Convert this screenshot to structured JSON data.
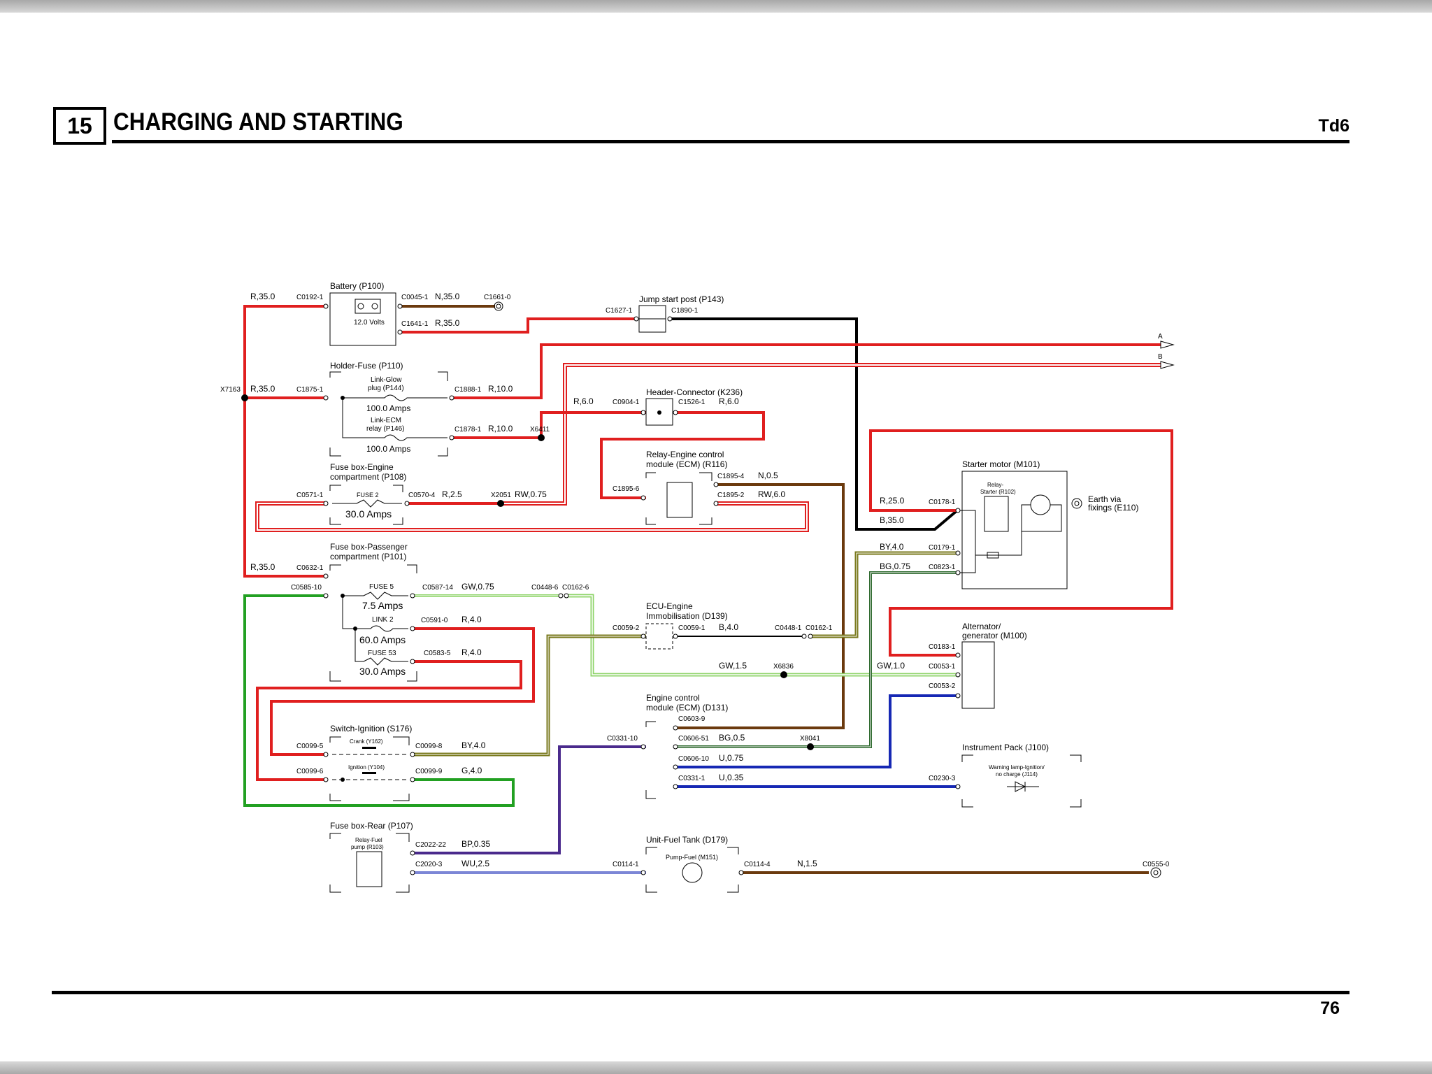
{
  "header": {
    "section_number": "15",
    "section_title": "CHARGING AND STARTING",
    "model": "Td6"
  },
  "footer": {
    "page_number": "76"
  },
  "colors": {
    "red": "#e01f1f",
    "black": "#000000",
    "brown": "#6b3a0e",
    "green": "#22a022",
    "light_green": "#8fd46a",
    "blue": "#1628b4",
    "purple": "#4a2a8c",
    "light_blue": "#7c86d6",
    "olive": "#7a7a1e"
  },
  "components": {
    "battery": "Battery (P100)",
    "battery_voltage": "12.0 Volts",
    "holder_fuse": "Holder-Fuse (P110)",
    "link_glow_1": "Link-Glow",
    "link_glow_2": "plug (P144)",
    "link_glow_rating": "100.0 Amps",
    "link_ecm_1": "Link-ECM",
    "link_ecm_2": "relay (P146)",
    "link_ecm_rating": "100.0 Amps",
    "fusebox_engine_1": "Fuse box-Engine",
    "fusebox_engine_2": "compartment (P108)",
    "fuse2": "FUSE 2",
    "fuse2_rating": "30.0 Amps",
    "fusebox_pass_1": "Fuse box-Passenger",
    "fusebox_pass_2": "compartment (P101)",
    "fuse5": "FUSE 5",
    "fuse5_rating": "7.5 Amps",
    "link2": "LINK 2",
    "link2_rating": "60.0 Amps",
    "fuse53": "FUSE 53",
    "fuse53_rating": "30.0 Amps",
    "switch_ignition": "Switch-Ignition (S176)",
    "crank": "Crank (Y162)",
    "ignition": "Ignition (Y104)",
    "fusebox_rear": "Fuse box-Rear (P107)",
    "relay_fuel_1": "Relay-Fuel",
    "relay_fuel_2": "pump (R103)",
    "jump_start": "Jump start post (P143)",
    "header_connector": "Header-Connector (K236)",
    "relay_ecm_1": "Relay-Engine control",
    "relay_ecm_2": "module (ECM) (R116)",
    "ecu_immob_1": "ECU-Engine",
    "ecu_immob_2": "Immobilisation (D139)",
    "ecm_1": "Engine control",
    "ecm_2": "module (ECM) (D131)",
    "unit_fuel_tank": "Unit-Fuel Tank (D179)",
    "pump_fuel": "Pump-Fuel (M151)",
    "starter_motor": "Starter motor (M101)",
    "relay_starter_1": "Relay-",
    "relay_starter_2": "Starter (R102)",
    "earth_1": "Earth via",
    "earth_2": "fixings (E110)",
    "alternator_1": "Alternator/",
    "alternator_2": "generator (M100)",
    "instrument_pack": "Instrument Pack (J100)",
    "warning_lamp_1": "Warning lamp-Ignition/",
    "warning_lamp_2": "no charge (J114)",
    "arrow_a": "A",
    "arrow_b": "B"
  },
  "connectors": {
    "c0192_1": "C0192-1",
    "c0045_1": "C0045-1",
    "c1661_0": "C1661-0",
    "c1641_1": "C1641-1",
    "c1627_1": "C1627-1",
    "c1890_1": "C1890-1",
    "c1875_1": "C1875-1",
    "c1888_1": "C1888-1",
    "c1878_1": "C1878-1",
    "x7163": "X7163",
    "x6411": "X6411",
    "c0904_1": "C0904-1",
    "c1526_1": "C1526-1",
    "c1895_6": "C1895-6",
    "c1895_4": "C1895-4",
    "c1895_2": "C1895-2",
    "c0571_1": "C0571-1",
    "c0570_4": "C0570-4",
    "x2051": "X2051",
    "c0632_1": "C0632-1",
    "c0585_10": "C0585-10",
    "c0587_14": "C0587-14",
    "c0448_6": "C0448-6",
    "c0162_6": "C0162-6",
    "c0591_0": "C0591-0",
    "c0583_5": "C0583-5",
    "c0059_2": "C0059-2",
    "c0059_1": "C0059-1",
    "c0448_1": "C0448-1",
    "c0162_1": "C0162-1",
    "x6836": "X6836",
    "c0603_9": "C0603-9",
    "c0331_10": "C0331-10",
    "c0606_51": "C0606-51",
    "c0606_10": "C0606-10",
    "c0331_1": "C0331-1",
    "x8041": "X8041",
    "c0099_5": "C0099-5",
    "c0099_8": "C0099-8",
    "c0099_6": "C0099-6",
    "c0099_9": "C0099-9",
    "c2022_22": "C2022-22",
    "c2020_3": "C2020-3",
    "c0114_1": "C0114-1",
    "c0114_4": "C0114-4",
    "c0555_0": "C0555-0",
    "c0178_1": "C0178-1",
    "c0179_1": "C0179-1",
    "c0823_1": "C0823-1",
    "c0183_1": "C0183-1",
    "c0053_1": "C0053-1",
    "c0053_2": "C0053-2",
    "c0230_3": "C0230-3"
  },
  "wires": {
    "r35_a": "R,35.0",
    "n35": "N,35.0",
    "r35_b": "R,35.0",
    "r35_c": "R,35.0",
    "r10_a": "R,10.0",
    "r10_b": "R,10.0",
    "r6_a": "R,6.0",
    "r6_b": "R,6.0",
    "n05": "N,0.5",
    "rw6": "RW,6.0",
    "r25": "R,2.5",
    "rw075": "RW,0.75",
    "r35_d": "R,35.0",
    "gw075": "GW,0.75",
    "r4_a": "R,4.0",
    "r4_b": "R,4.0",
    "b4": "B,4.0",
    "gw15": "GW,1.5",
    "bg05": "BG,0.5",
    "u075": "U,0.75",
    "u035": "U,0.35",
    "by4_a": "BY,4.0",
    "g4": "G,4.0",
    "bp035": "BP,0.35",
    "wu25": "WU,2.5",
    "n15": "N,1.5",
    "r250": "R,25.0",
    "b350": "B,35.0",
    "by4_b": "BY,4.0",
    "bg075": "BG,0.75",
    "gw10": "GW,1.0"
  }
}
